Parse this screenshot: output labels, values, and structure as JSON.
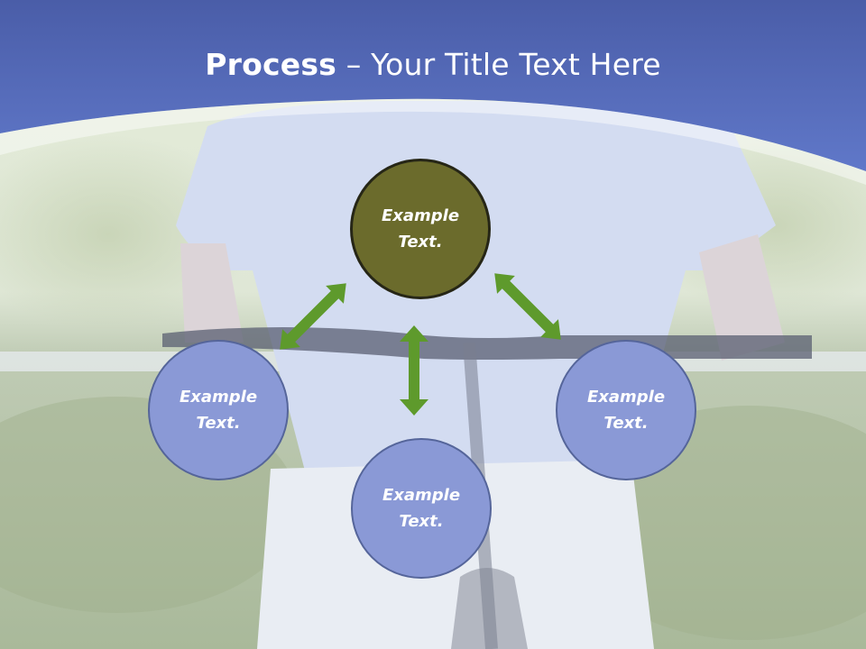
{
  "slide": {
    "title_bold": "Process",
    "title_rest": " – Your Title Text Here"
  },
  "diagram": {
    "nodes": [
      {
        "id": "top",
        "label_line1": "Example",
        "label_line2": "Text.",
        "fill": "#6b6b2c"
      },
      {
        "id": "left",
        "label_line1": "Example",
        "label_line2": "Text.",
        "fill": "#8a99d6"
      },
      {
        "id": "bottom",
        "label_line1": "Example",
        "label_line2": "Text.",
        "fill": "#8a99d6"
      },
      {
        "id": "right",
        "label_line1": "Example",
        "label_line2": "Text.",
        "fill": "#8a99d6"
      }
    ],
    "arrow_color": "#5e9a2c",
    "header_color": "#5a6fbf"
  }
}
